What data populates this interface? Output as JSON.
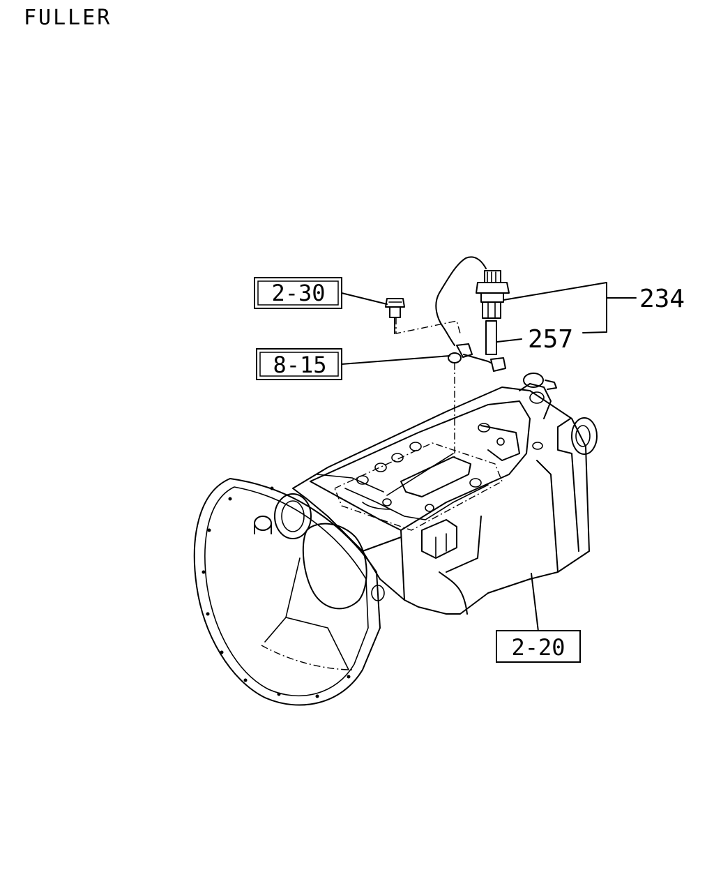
{
  "header": {
    "brand": "FULLER"
  },
  "callouts": {
    "bolt": "2-30",
    "clip": "8-15",
    "switch_assembly": "234",
    "pin": "257",
    "transmission": "2-20"
  },
  "icons": [
    "speed-sensor-icon",
    "bolt-icon",
    "clip-icon",
    "transmission-icon"
  ]
}
